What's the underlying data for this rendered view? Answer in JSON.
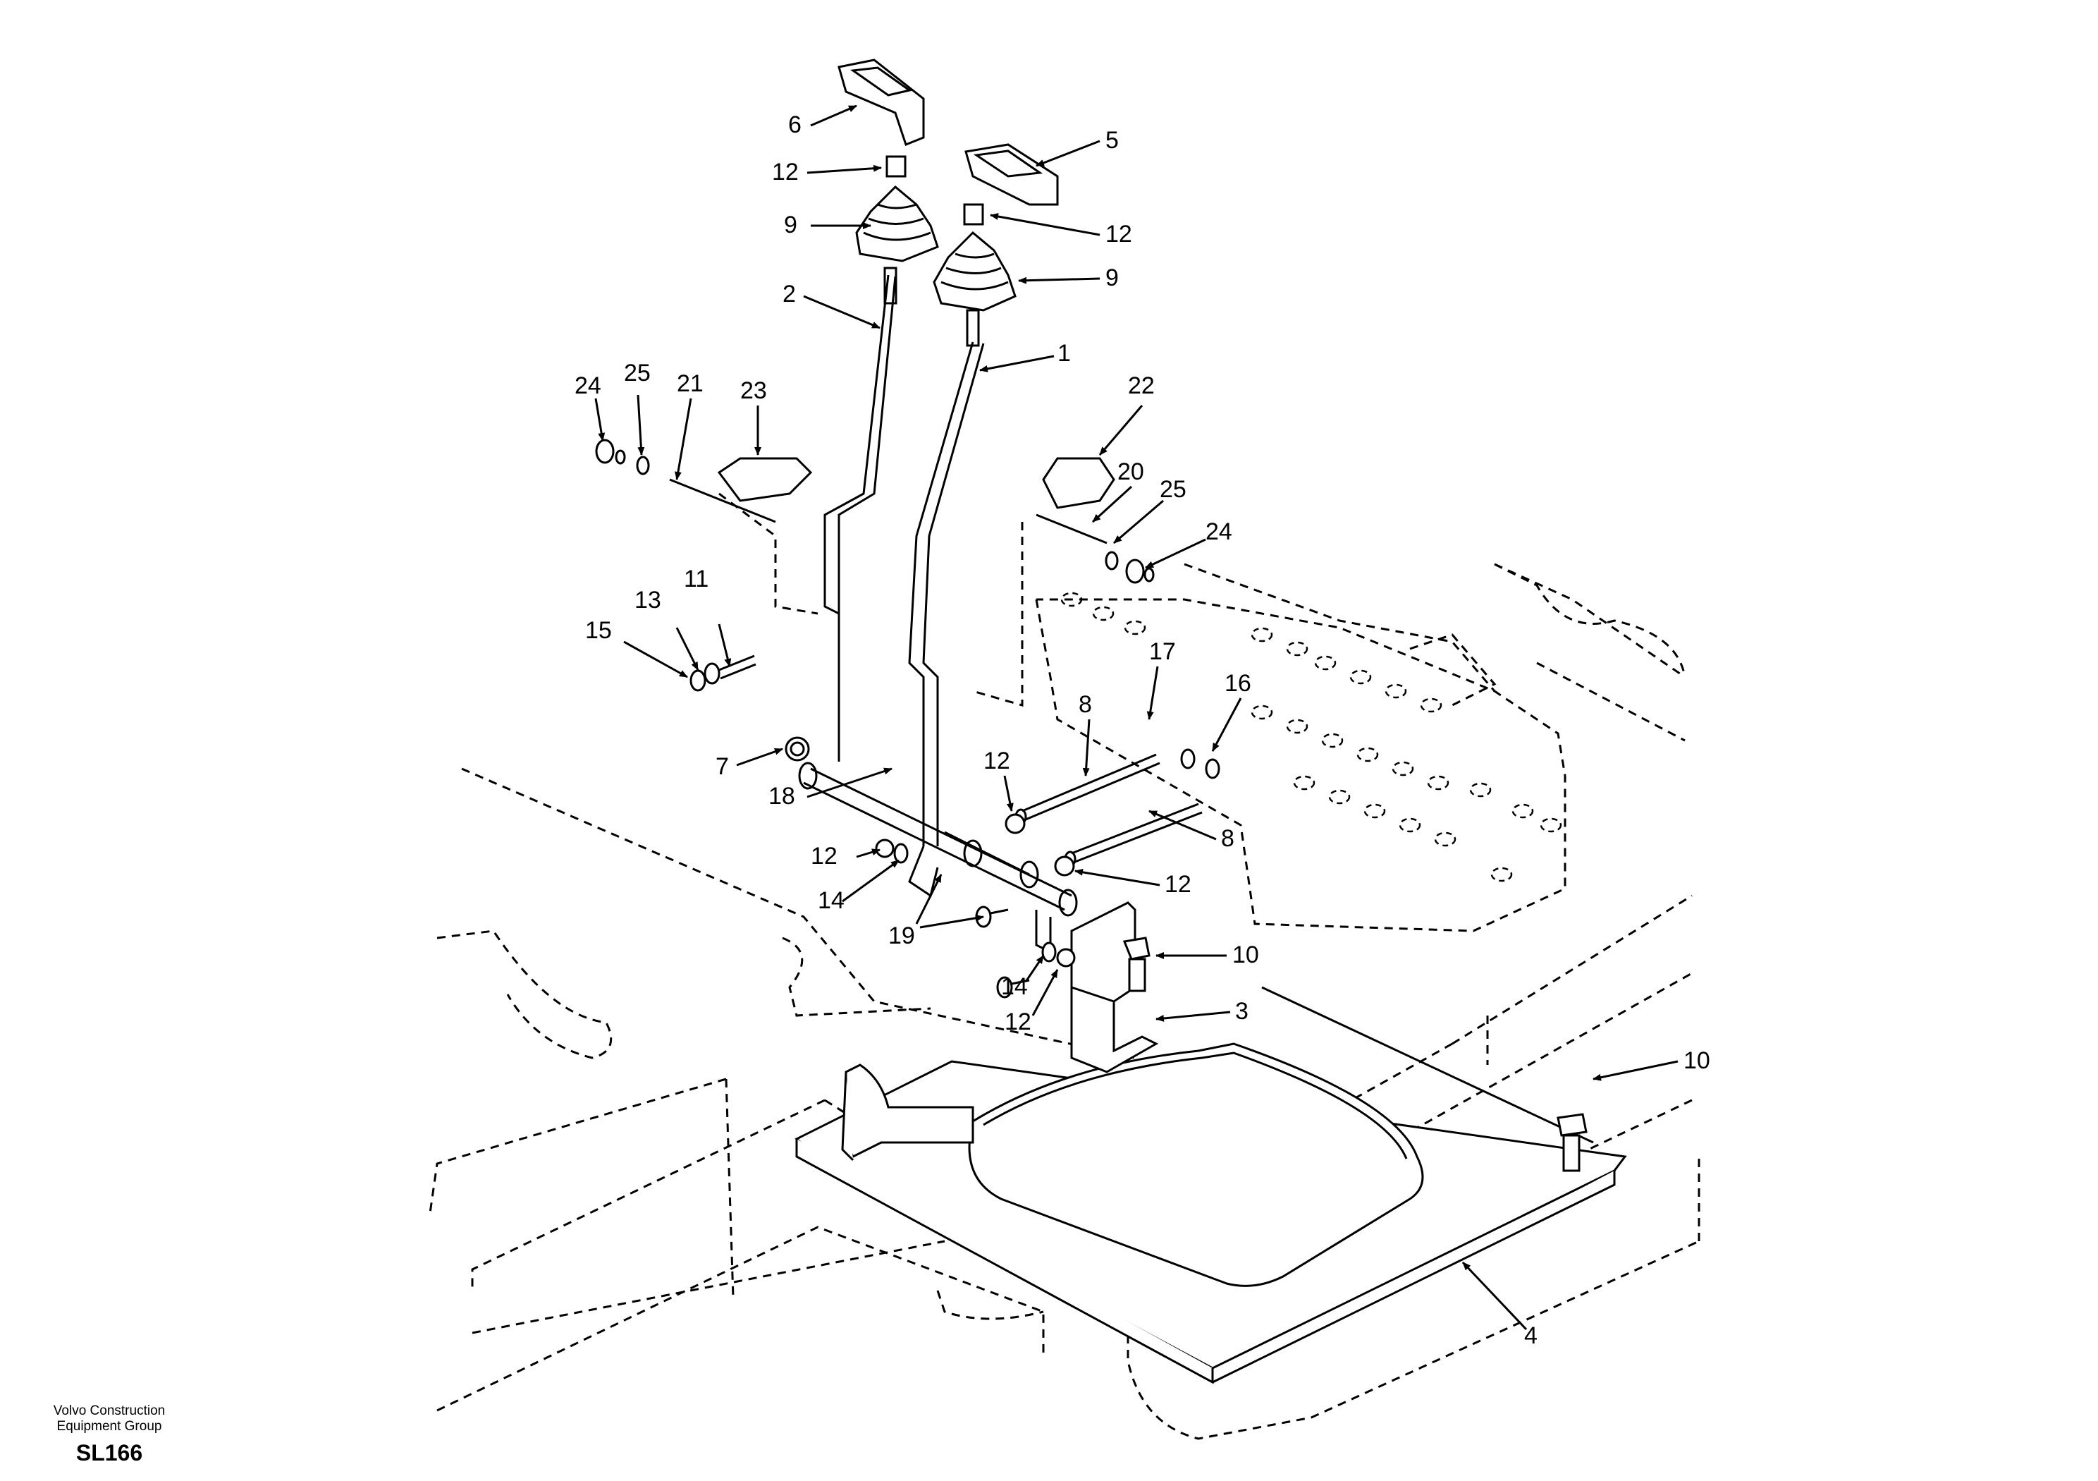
{
  "footer": {
    "company_line1": "Volvo Construction",
    "company_line2": "Equipment Group",
    "drawing_code": "SL166"
  },
  "callouts": [
    {
      "id": "c6",
      "text": "6"
    },
    {
      "id": "c5",
      "text": "5"
    },
    {
      "id": "c12a",
      "text": "12"
    },
    {
      "id": "c12b",
      "text": "12"
    },
    {
      "id": "c9a",
      "text": "9"
    },
    {
      "id": "c9b",
      "text": "9"
    },
    {
      "id": "c2",
      "text": "2"
    },
    {
      "id": "c1",
      "text": "1"
    },
    {
      "id": "c24a",
      "text": "24"
    },
    {
      "id": "c25a",
      "text": "25"
    },
    {
      "id": "c21",
      "text": "21"
    },
    {
      "id": "c23",
      "text": "23"
    },
    {
      "id": "c22",
      "text": "22"
    },
    {
      "id": "c20",
      "text": "20"
    },
    {
      "id": "c25b",
      "text": "25"
    },
    {
      "id": "c24b",
      "text": "24"
    },
    {
      "id": "c13",
      "text": "13"
    },
    {
      "id": "c11",
      "text": "11"
    },
    {
      "id": "c15",
      "text": "15"
    },
    {
      "id": "c17",
      "text": "17"
    },
    {
      "id": "c8a",
      "text": "8"
    },
    {
      "id": "c16",
      "text": "16"
    },
    {
      "id": "c7",
      "text": "7"
    },
    {
      "id": "c18",
      "text": "18"
    },
    {
      "id": "c12c",
      "text": "12"
    },
    {
      "id": "c8b",
      "text": "8"
    },
    {
      "id": "c12d",
      "text": "12"
    },
    {
      "id": "c12e",
      "text": "12"
    },
    {
      "id": "c14a",
      "text": "14"
    },
    {
      "id": "c19",
      "text": "19"
    },
    {
      "id": "c10a",
      "text": "10"
    },
    {
      "id": "c14b",
      "text": "14"
    },
    {
      "id": "c3",
      "text": "3"
    },
    {
      "id": "c12f",
      "text": "12"
    },
    {
      "id": "c10b",
      "text": "10"
    },
    {
      "id": "c4",
      "text": "4"
    }
  ]
}
